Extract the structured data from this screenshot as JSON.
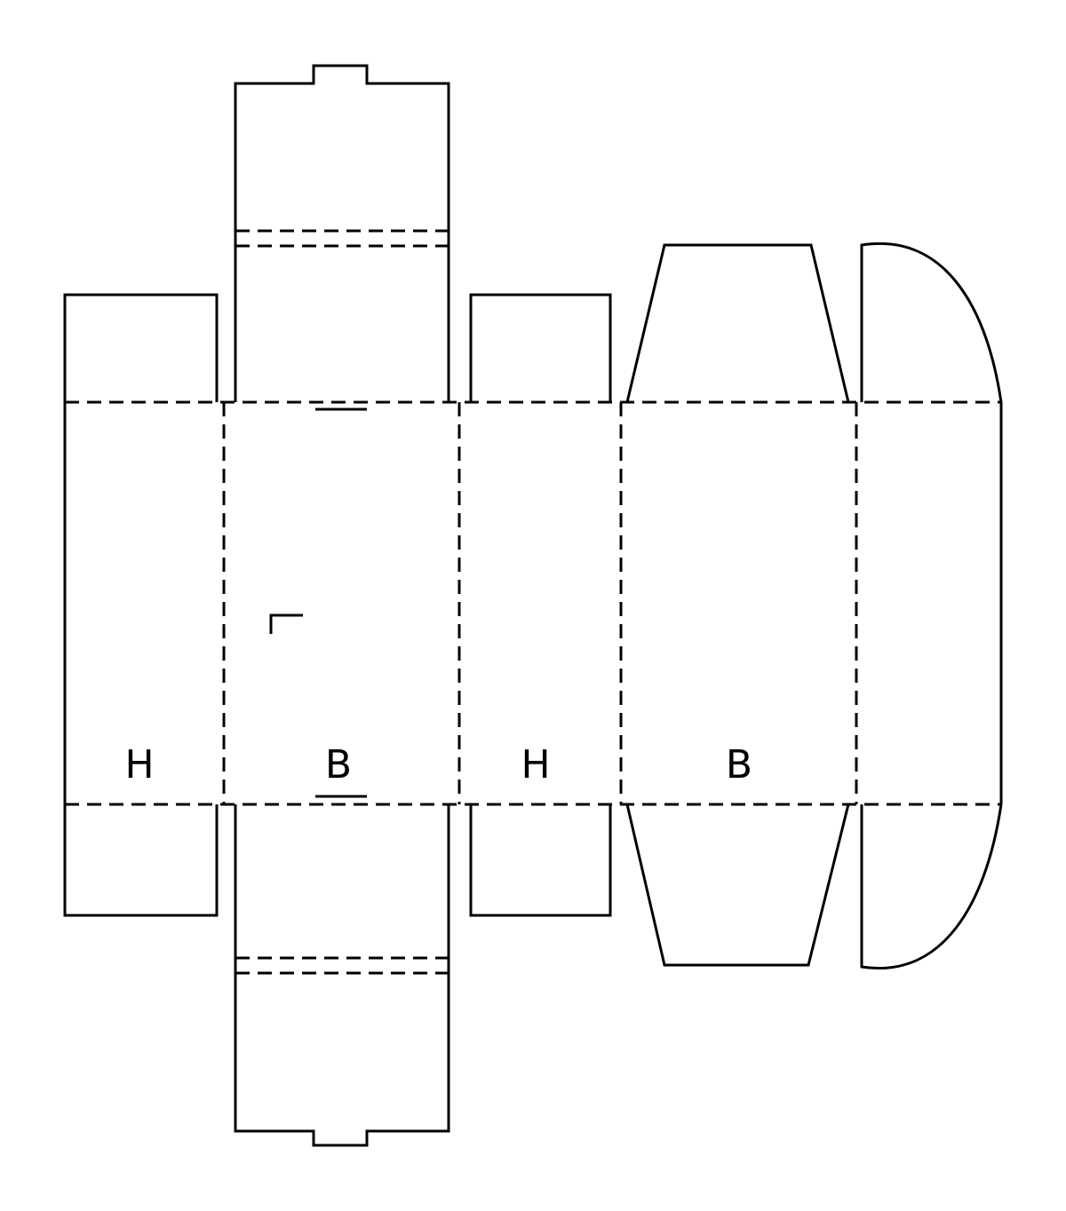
{
  "diagram": {
    "panel_labels": {
      "first_side": "H",
      "first_main": "B",
      "second_side": "H",
      "second_main": "B"
    },
    "line_color": "#000000",
    "background_color": "#ffffff"
  }
}
